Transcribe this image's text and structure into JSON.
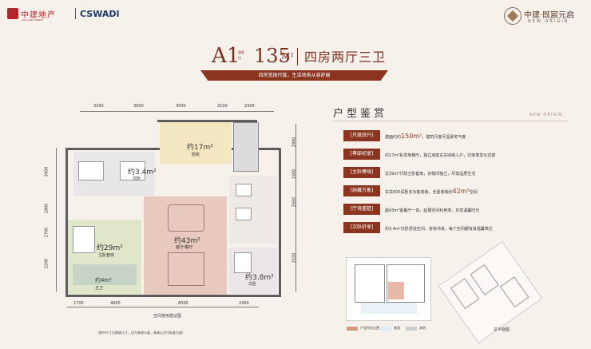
{
  "header": {
    "developer_cn": "中建地产",
    "developer_en": "CSC LAND GROUP",
    "partner": "CSWADI",
    "project_cn": "中建·既宸元启",
    "project_en": "NEW ORIGIN"
  },
  "title": {
    "model": "A1",
    "area_note": "建面\n约",
    "area_num": "135",
    "area_unit": "M²",
    "rooms": "四房两厅三卫",
    "slogan": "四房宽阔尺度，生活场景从容舒展"
  },
  "dimensions": {
    "top": [
      "3100",
      "3000",
      "3500",
      "2100",
      "2300"
    ],
    "bottom": [
      "1700",
      "4000",
      "6000",
      "2400"
    ],
    "left": [
      "3400",
      "1800",
      "1700",
      "3200"
    ],
    "right": [
      "2900",
      "1500",
      "2650",
      "3150"
    ]
  },
  "plan": {
    "rooms": [
      {
        "id": "kitchen",
        "area": "约17m²",
        "name": "厨房"
      },
      {
        "id": "bedroom2",
        "area": "约3.4m²",
        "name": "次卧"
      },
      {
        "id": "living",
        "area": "约43m²",
        "name": "客厅/餐厅"
      },
      {
        "id": "master",
        "area": "约29m²",
        "name": "主卧套房"
      },
      {
        "id": "bath",
        "area": "约4m²",
        "name": "主卫"
      },
      {
        "id": "bedroom3",
        "area": "约3.8m²",
        "name": "次卧"
      }
    ],
    "caption": "空间使用建议图",
    "note": "（图中尺寸为建筑尺寸，仅为装修示意，具体以交付标准为准）"
  },
  "panel": {
    "title": "户型鉴赏",
    "title_en": "NEW ORIGIN",
    "features": [
      {
        "tag": "[尺度跃升]",
        "desc_a": "建面约约",
        "big": "150m²",
        "desc_b": "，建筑尺度尽显豪宅气度"
      },
      {
        "tag": "[尊邸初享]",
        "desc_a": "约17m²私享电梯厅，独立家庭玄关收纳入户，归家尊享仪式感",
        "big": "",
        "desc_b": ""
      },
      {
        "tag": "[主卧臻境]",
        "desc_a": "近29m²行政主卧套房，衣帽间独立，尽享品质生活",
        "big": "",
        "desc_b": ""
      },
      {
        "tag": "[纳藏万象]",
        "desc_a": "玄关600深柜多功能收纳，全屋收纳约",
        "big": "42m³",
        "desc_b": "空间"
      },
      {
        "tag": "[厅境盛筵]",
        "desc_a": "超43m²客餐厅一体，延展空间利用率，共享温馨时光",
        "big": "",
        "desc_b": ""
      },
      {
        "tag": "[次卧舒享]",
        "desc_a": "约3.4m²次卧舒适空间，容纳书桌，每个空间都有其温馨表达",
        "big": "",
        "desc_b": ""
      }
    ],
    "legend": [
      "户型所在位置",
      "景观",
      "其他"
    ],
    "map_caption": "总平面图"
  },
  "colors": {
    "brand": "#8b3520",
    "bg": "#f7f1ec"
  }
}
